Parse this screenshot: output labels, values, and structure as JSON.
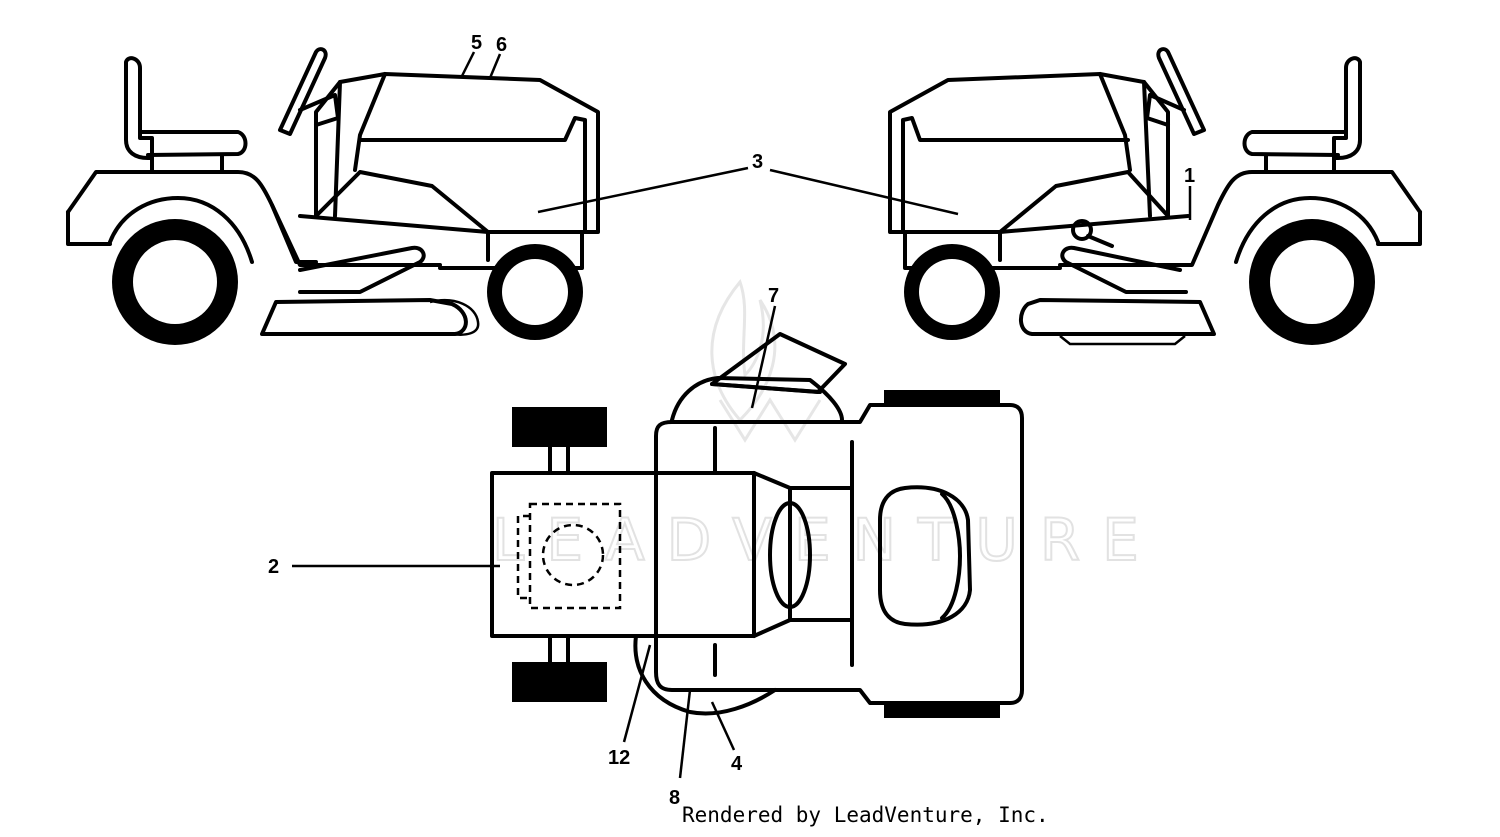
{
  "diagram": {
    "callouts": {
      "c1": "1",
      "c2": "2",
      "c3": "3",
      "c4": "4",
      "c5": "5",
      "c6": "6",
      "c7": "7",
      "c8": "8",
      "c12": "12"
    },
    "watermark": "LEADVENTURE",
    "footer": "Rendered by LeadVenture, Inc."
  }
}
